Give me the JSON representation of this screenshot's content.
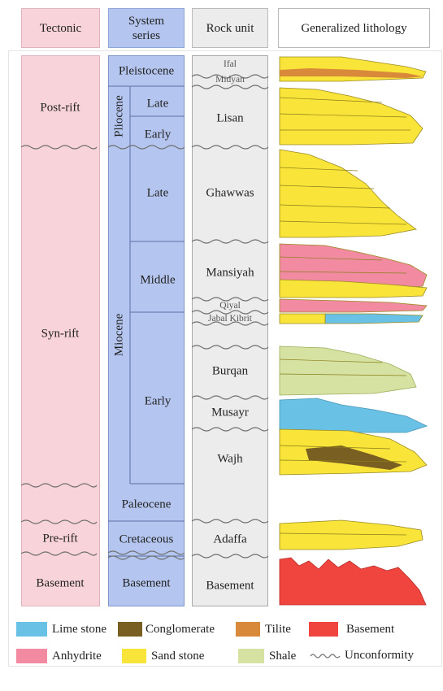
{
  "headers": {
    "tectonic": "Tectonic",
    "system_series": "System series",
    "rock_unit": "Rock unit",
    "lithology": "Generalized lithology"
  },
  "tectonic": [
    "Post-rift",
    "Syn-rift",
    "Pre-rift",
    "Basement"
  ],
  "system": {
    "pleistocene": "Pleistocene",
    "pliocene": "Pliocene",
    "pliocene_late": "Late",
    "pliocene_early": "Early",
    "miocene": "Miocene",
    "miocene_late": "Late",
    "miocene_middle": "Middle",
    "miocene_early": "Early",
    "paleocene": "Paleocene",
    "cretaceous": "Cretaceous",
    "basement": "Basement"
  },
  "rock_units": {
    "ifal": "Ifal",
    "midyan": "Midyan",
    "lisan": "Lisan",
    "ghawwas": "Ghawwas",
    "mansiyah": "Mansiyah",
    "qiyal": "Qiyal",
    "jabal_kibrit": "Jabal Kibrit",
    "burqan": "Burqan",
    "musayr": "Musayr",
    "wajh": "Wajh",
    "adaffa": "Adaffa",
    "basement": "Basement"
  },
  "legend": {
    "lime_stone": "Lime stone",
    "conglomerate": "Conglomerate",
    "tilite": "Tilite",
    "basement": "Basement",
    "anhydrite": "Anhydrite",
    "sand_stone": "Sand stone",
    "shale": "Shale",
    "unconformity": "Unconformity"
  },
  "colors": {
    "tectonic_fill": "#f9d3da",
    "system_fill": "#b4c6ef",
    "rock_fill": "#ececec",
    "sand_stone": "#f9e43a",
    "anhydrite": "#f28ba2",
    "lime_stone": "#69c2e5",
    "shale": "#d5e2a2",
    "conglomerate": "#7a5f23",
    "tilite": "#d9893a",
    "basement": "#f0453f",
    "unconformity": "#777777"
  }
}
